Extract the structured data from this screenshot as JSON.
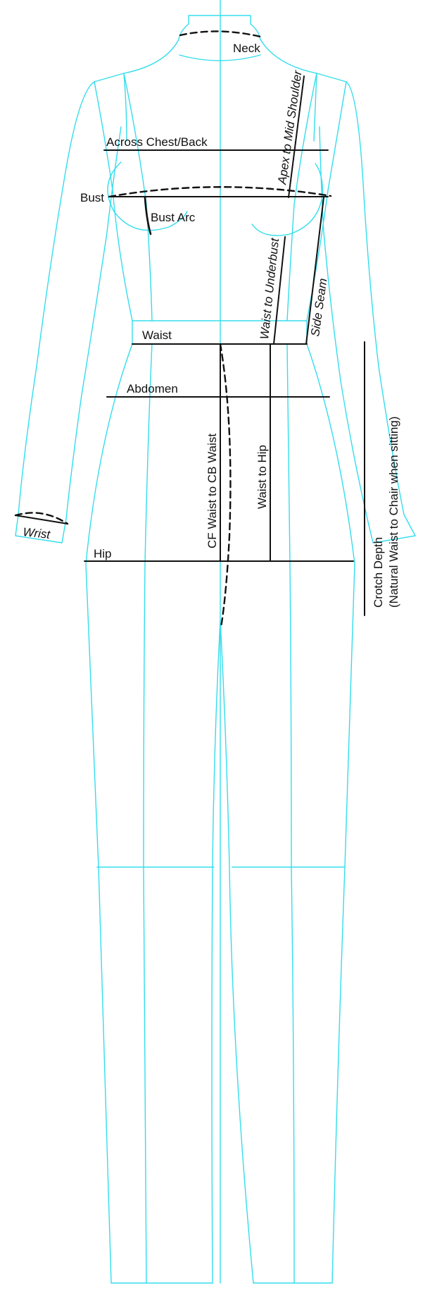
{
  "colors": {
    "guide": "#33dded",
    "measurement": "#111111",
    "background": "#ffffff"
  },
  "labels": {
    "neck": "Neck",
    "apex_to_mid_shoulder": "Apex to Mid Shoulder",
    "across_chest_back": "Across Chest/Back",
    "bust": "Bust",
    "bust_arc": "Bust Arc",
    "waist_to_underbust": "Waist to Underbust",
    "side_seam": "Side Seam",
    "waist": "Waist",
    "abdomen": "Abdomen",
    "cf_waist_to_cb_waist": "CF Waist to CB Waist",
    "waist_to_hip": "Waist to Hip",
    "crotch_depth": "Crotch Depth",
    "crotch_depth_note": "(Natural Waist to Chair when sitting)",
    "wrist": "Wrist",
    "hip": "Hip"
  }
}
